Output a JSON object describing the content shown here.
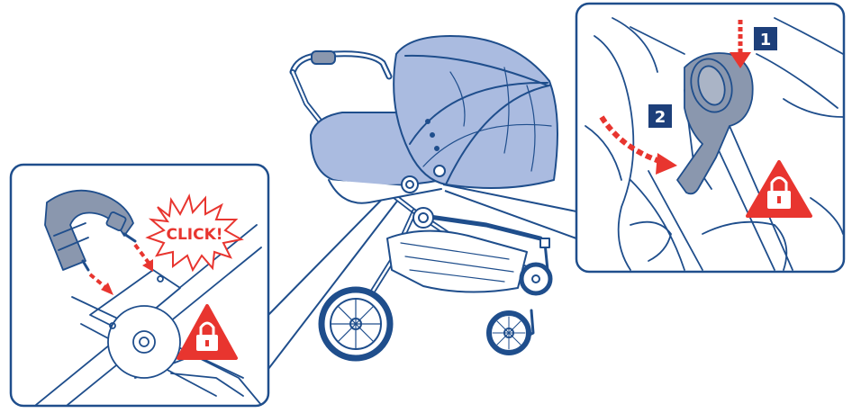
{
  "figure": {
    "callout_left": {
      "click_label": "CLICK!"
    },
    "callout_right": {
      "steps": [
        {
          "label": "1"
        },
        {
          "label": "2"
        }
      ]
    },
    "colors": {
      "outline": "#1f4e8c",
      "fabric": "#aabbe0",
      "fabric_dark": "#8ea4d6",
      "handle_grey": "#8a97ae",
      "warning_red": "#e8352f",
      "badge_navy": "#1d3f7a",
      "background": "#ffffff"
    },
    "icons": [
      "lock-warning-icon",
      "click-burst-icon",
      "dashed-arrow-icon"
    ]
  }
}
